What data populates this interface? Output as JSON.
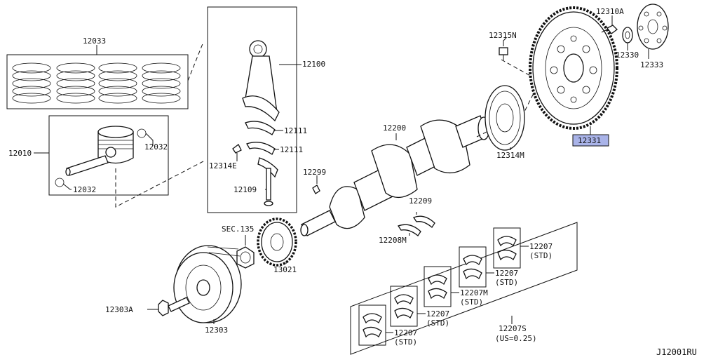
{
  "diagram": {
    "code": "J12001RU",
    "highlight_color": "#a9b3e8",
    "labels": {
      "p12033": "12033",
      "p12010": "12010",
      "p12032a": "12032",
      "p12032b": "12032",
      "p12100": "12100",
      "p12111a": "12111",
      "p12111b": "12111",
      "p12314E": "12314E",
      "p12109": "12109",
      "p12200": "12200",
      "p12299": "12299",
      "p12209": "12209",
      "p12208M": "12208M",
      "p12315N": "12315N",
      "p12310A": "12310A",
      "p12330": "12330",
      "p12333": "12333",
      "p12314M": "12314M",
      "p12331": "12331",
      "sec135": "SEC.135",
      "p13021": "13021",
      "p12303A": "12303A",
      "p12303": "12303",
      "p12207_1": "12207",
      "p12207_1s": "(STD)",
      "p12207_2": "12207",
      "p12207_2s": "(STD)",
      "p12207M": "12207M",
      "p12207M_s": "(STD)",
      "p12207_3": "12207",
      "p12207_3s": "(STD)",
      "p12207_4": "12207",
      "p12207_4s": "(STD)",
      "p12207S": "12207S",
      "p12207S_s": "(US=0.25)"
    }
  }
}
